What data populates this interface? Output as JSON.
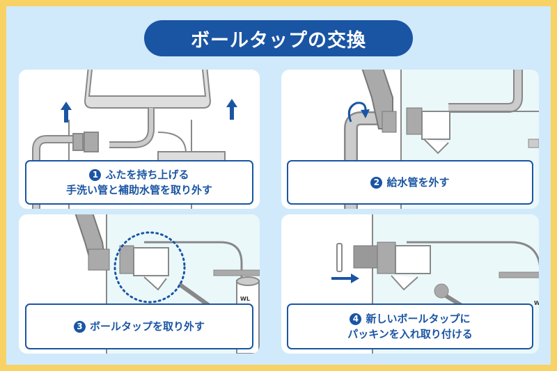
{
  "title": "ボールタップの交換",
  "colors": {
    "border": "#f8d264",
    "background": "#d0eafb",
    "accent": "#1a55a3",
    "pipe": "#a9a9a9",
    "tank_water": "#ebf8fa"
  },
  "steps": [
    {
      "number": "1",
      "lines": [
        "ふたを持ち上げる",
        "手洗い管と補助水管を取り外す"
      ],
      "illustration": "lift-lid-arrows"
    },
    {
      "number": "2",
      "lines": [
        "給水管を外す"
      ],
      "illustration": "wrench-rotate"
    },
    {
      "number": "3",
      "lines": [
        "ボールタップを取り外す"
      ],
      "illustration": "wrench-highlight-circle"
    },
    {
      "number": "4",
      "lines": [
        "新しいボールタップに",
        "パッキンを入れ取り付ける"
      ],
      "illustration": "insert-arrow"
    }
  ],
  "labels": {
    "wl": "WL",
    "wl_partial": "W"
  }
}
